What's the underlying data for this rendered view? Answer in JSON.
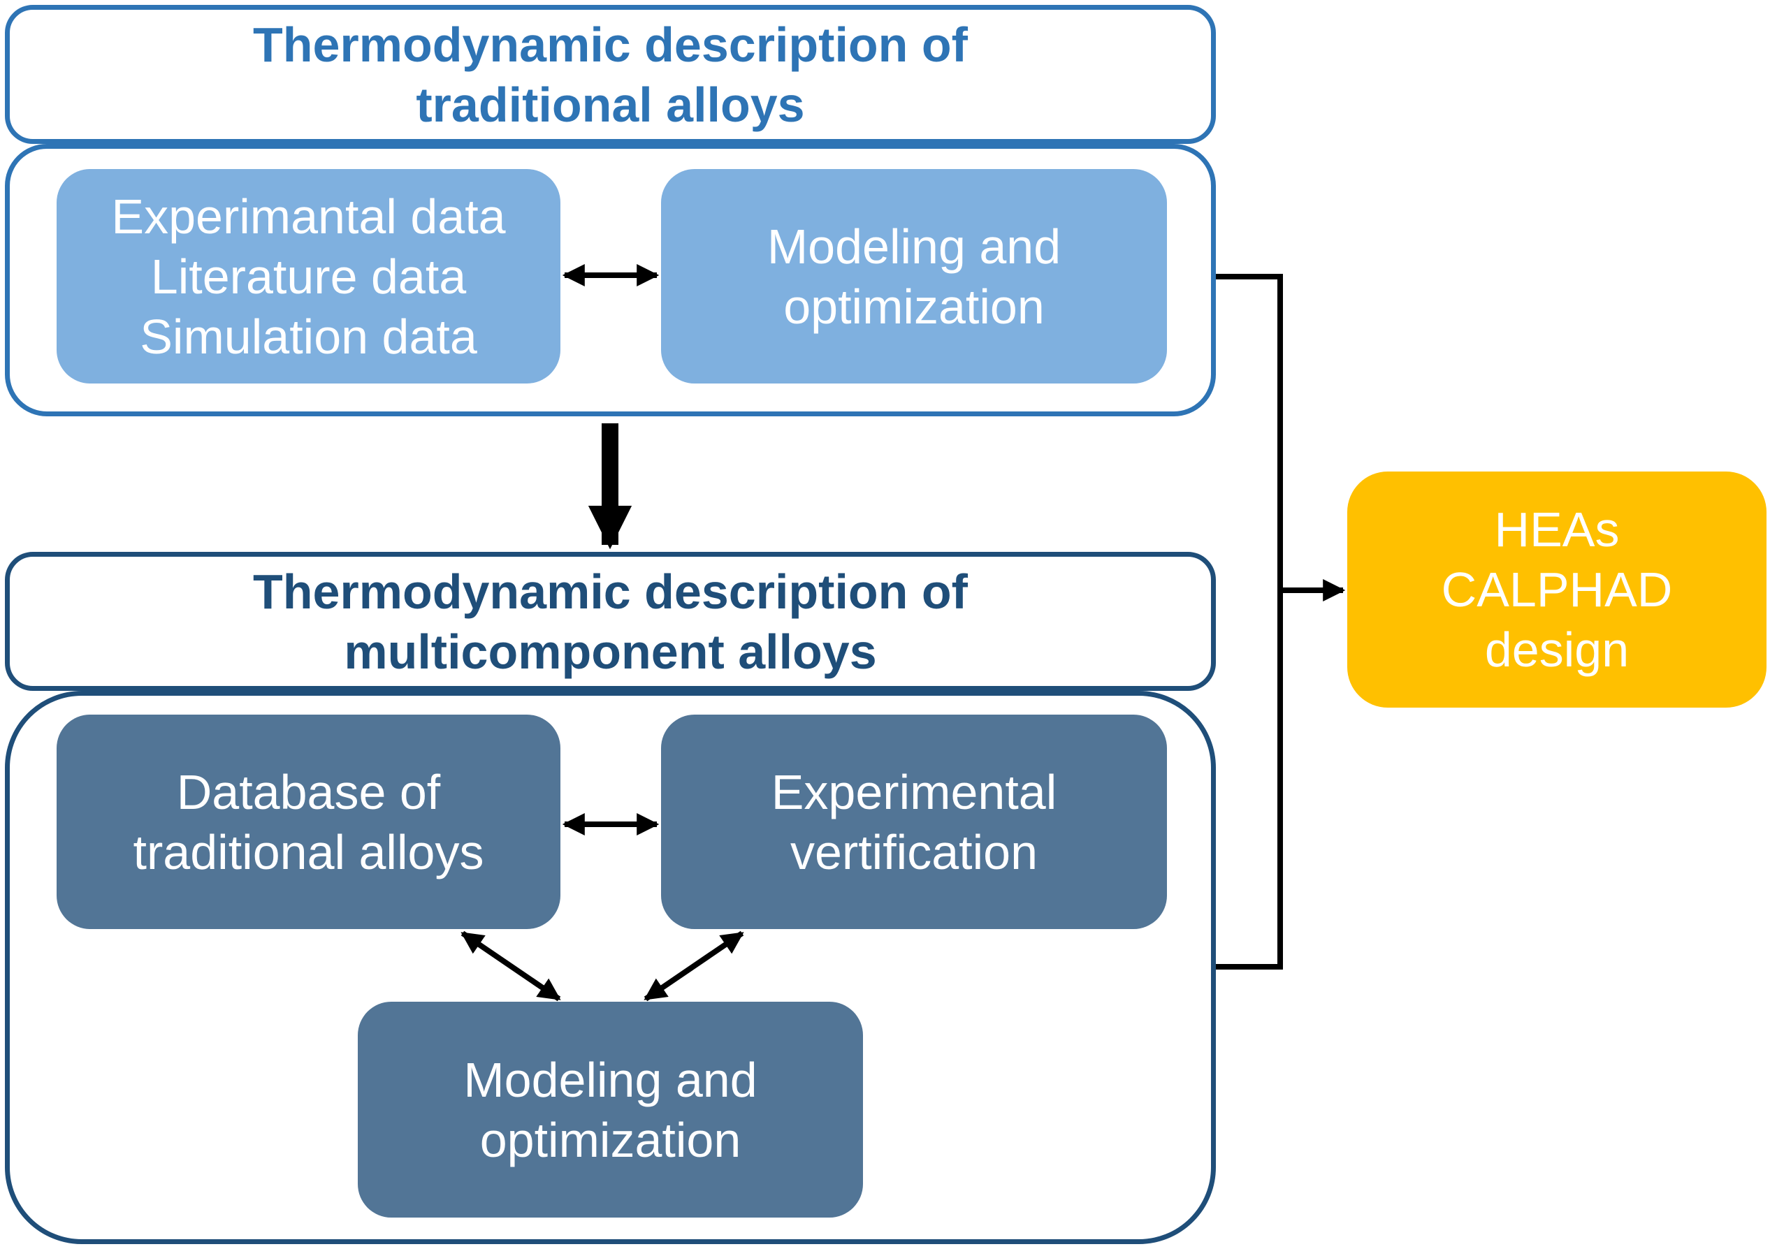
{
  "colors": {
    "traditional_accent": "#2e74b5",
    "traditional_tile": "#7fb0df",
    "multicomponent_accent": "#1f4e79",
    "multicomponent_tile": "#527596",
    "result_tile": "#ffc000",
    "arrow": "#000000"
  },
  "traditional": {
    "title_lines": [
      "Thermodynamic description of",
      "traditional alloys"
    ],
    "data_sources": [
      "Experimantal data",
      "Literature data",
      "Simulation data"
    ],
    "modeling": [
      "Modeling and",
      "optimization"
    ]
  },
  "multicomponent": {
    "title_lines": [
      "Thermodynamic description of",
      "multicomponent alloys"
    ],
    "database": [
      "Database of",
      "traditional alloys"
    ],
    "verification": [
      "Experimental",
      "vertification"
    ],
    "modeling": [
      "Modeling and",
      "optimization"
    ]
  },
  "result": {
    "lines": [
      "HEAs",
      "CALPHAD",
      "design"
    ]
  }
}
